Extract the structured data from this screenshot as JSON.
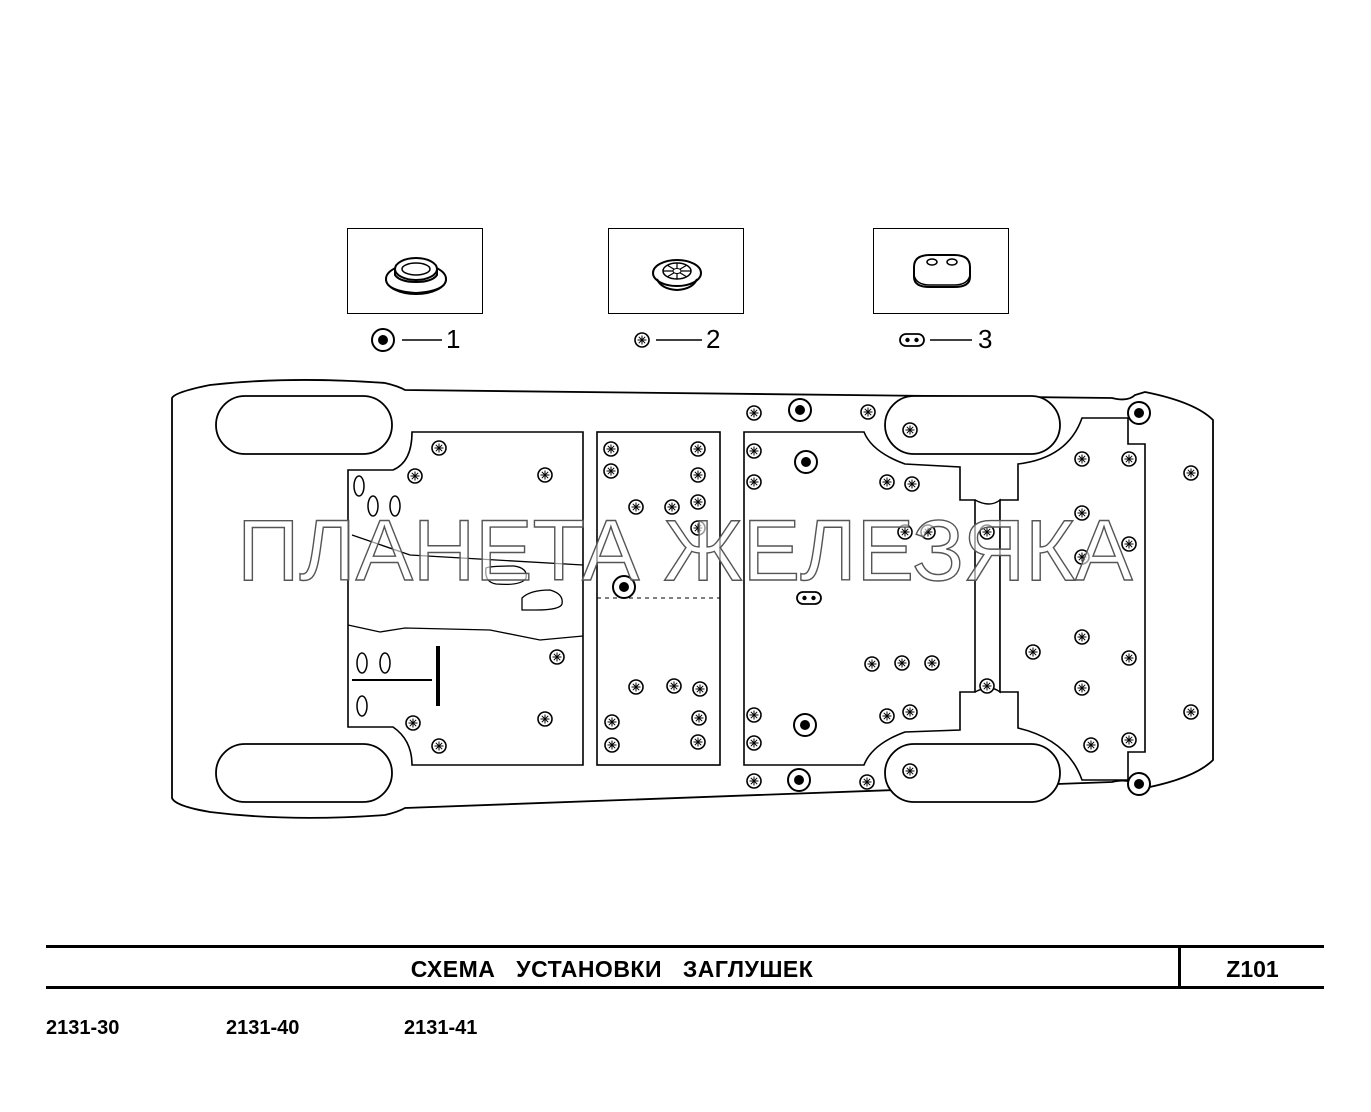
{
  "legend": [
    {
      "number": "1",
      "icon": "large-grommet-plug-icon"
    },
    {
      "number": "2",
      "icon": "small-slotted-plug-icon"
    },
    {
      "number": "3",
      "icon": "oval-plug-icon"
    }
  ],
  "watermark": "ПЛАНЕТА ЖЕЛЕЗЯКА",
  "title": "СХЕМА УСТАНОВКИ ЗАГЛУШЕК",
  "code": "Z101",
  "models": [
    "2131-30",
    "2131-40",
    "2131-41"
  ]
}
